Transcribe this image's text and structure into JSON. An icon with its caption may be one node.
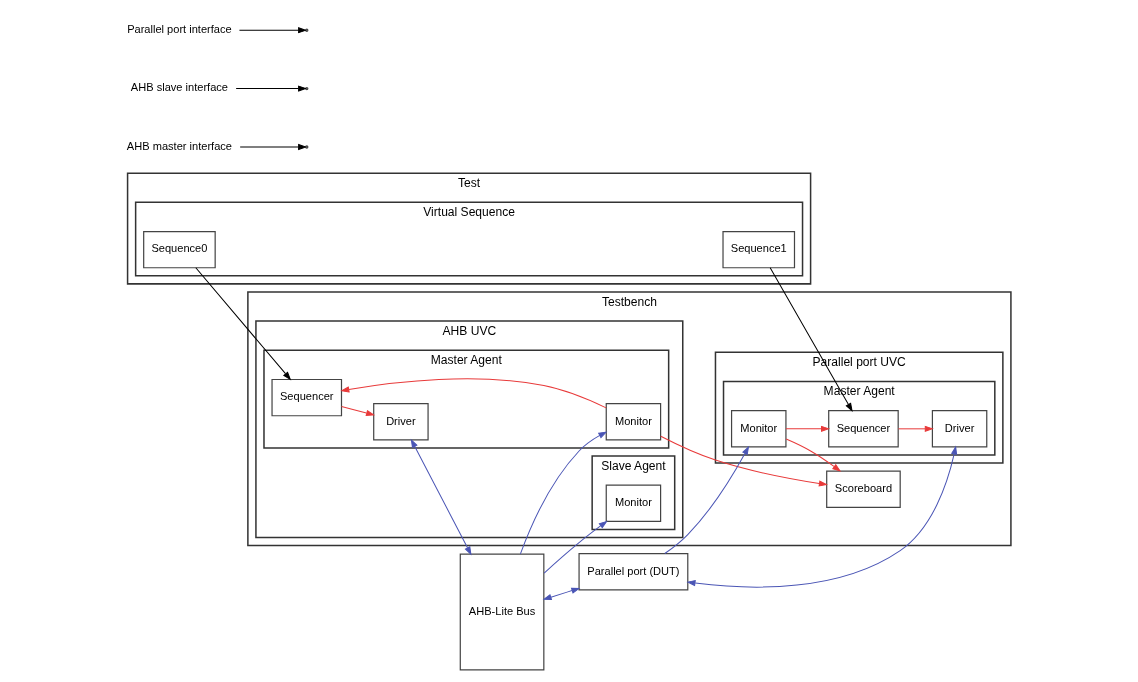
{
  "diagram": {
    "nodes": [
      {
        "text": [
          "Testbench"
        ]
      },
      {
        "text": [
          "Test"
        ]
      },
      {
        "text": [
          "Virtual Sequence"
        ],
        "in": 1
      },
      {
        "text": [
          "Sequence0"
        ],
        "in": 2
      },
      {
        "text": [
          "Sequence1"
        ],
        "in": 2
      },
      {
        "text": [
          "AHB UVC"
        ],
        "in": 0
      },
      {
        "text": [
          "Master Agent"
        ],
        "in": 5
      },
      {
        "text": [
          "Sequencer"
        ],
        "in": 6
      },
      {
        "text": [
          "Driver"
        ],
        "in": 6
      },
      {
        "text": [
          "Monitor"
        ],
        "in": 6
      },
      {
        "text": [
          "Slave Agent"
        ],
        "in": 5
      },
      {
        "text": [
          "Monitor"
        ],
        "in": 10
      },
      {
        "text": [
          "Scoreboard"
        ],
        "in": 0
      },
      {
        "text": [
          "Parallel port UVC"
        ],
        "in": 0
      },
      {
        "text": [
          "Master Agent"
        ],
        "in": 13
      },
      {
        "text": [
          "Sequencer"
        ],
        "in": 14
      },
      {
        "text": [
          "Driver"
        ],
        "in": 14
      },
      {
        "text": [
          "Monitor"
        ],
        "in": 14
      },
      {
        "text": [
          "AHB-Lite Bus"
        ]
      },
      {
        "text": [
          "Parallel port (DUT)"
        ]
      },
      {
        "text": [
          "AHB master interface"
        ]
      },
      {
        "text": [
          "AHB slave interface"
        ]
      },
      {
        "text": [
          "Parallel port interface"
        ]
      }
    ],
    "edges": [
      {
        "from": 3,
        "to": 7,
        "arrow": "to",
        "color": "#000000"
      },
      {
        "from": 4,
        "to": 15,
        "arrow": "to",
        "color": "#000000"
      },
      {
        "from": 7,
        "to": 8,
        "arrow": "to",
        "color": "#e83a3a"
      },
      {
        "from": 9,
        "to": 7,
        "arrow": "to",
        "color": "#e83a3a"
      },
      {
        "from": 9,
        "to": 12,
        "arrow": "to",
        "color": "#e83a3a"
      },
      {
        "from": 15,
        "to": 16,
        "arrow": "to",
        "color": "#e83a3a"
      },
      {
        "from": 17,
        "to": 15,
        "arrow": "to",
        "color": "#e83a3a"
      },
      {
        "from": 17,
        "to": 12,
        "arrow": "to",
        "color": "#e83a3a"
      },
      {
        "from": 8,
        "to": 18,
        "arrow": "both",
        "color": "#4a55b5"
      },
      {
        "from": 18,
        "to": 9,
        "arrow": "to",
        "color": "#4a55b5"
      },
      {
        "from": 18,
        "to": 19,
        "arrow": "both",
        "color": "#4a55b5"
      },
      {
        "from": 18,
        "to": 11,
        "arrow": "to",
        "color": "#4a55b5"
      },
      {
        "from": 19,
        "to": 16,
        "arrow": "both",
        "color": "#4a55b5"
      },
      {
        "from": 19,
        "to": 17,
        "arrow": "to",
        "color": "#4a55b5"
      },
      {
        "from": 20,
        "to": null,
        "arrow": "to",
        "color": "#000000"
      },
      {
        "from": 21,
        "to": null,
        "arrow": "to",
        "color": "#000000"
      },
      {
        "from": 22,
        "to": null,
        "arrow": "to",
        "color": "#000000"
      }
    ]
  }
}
